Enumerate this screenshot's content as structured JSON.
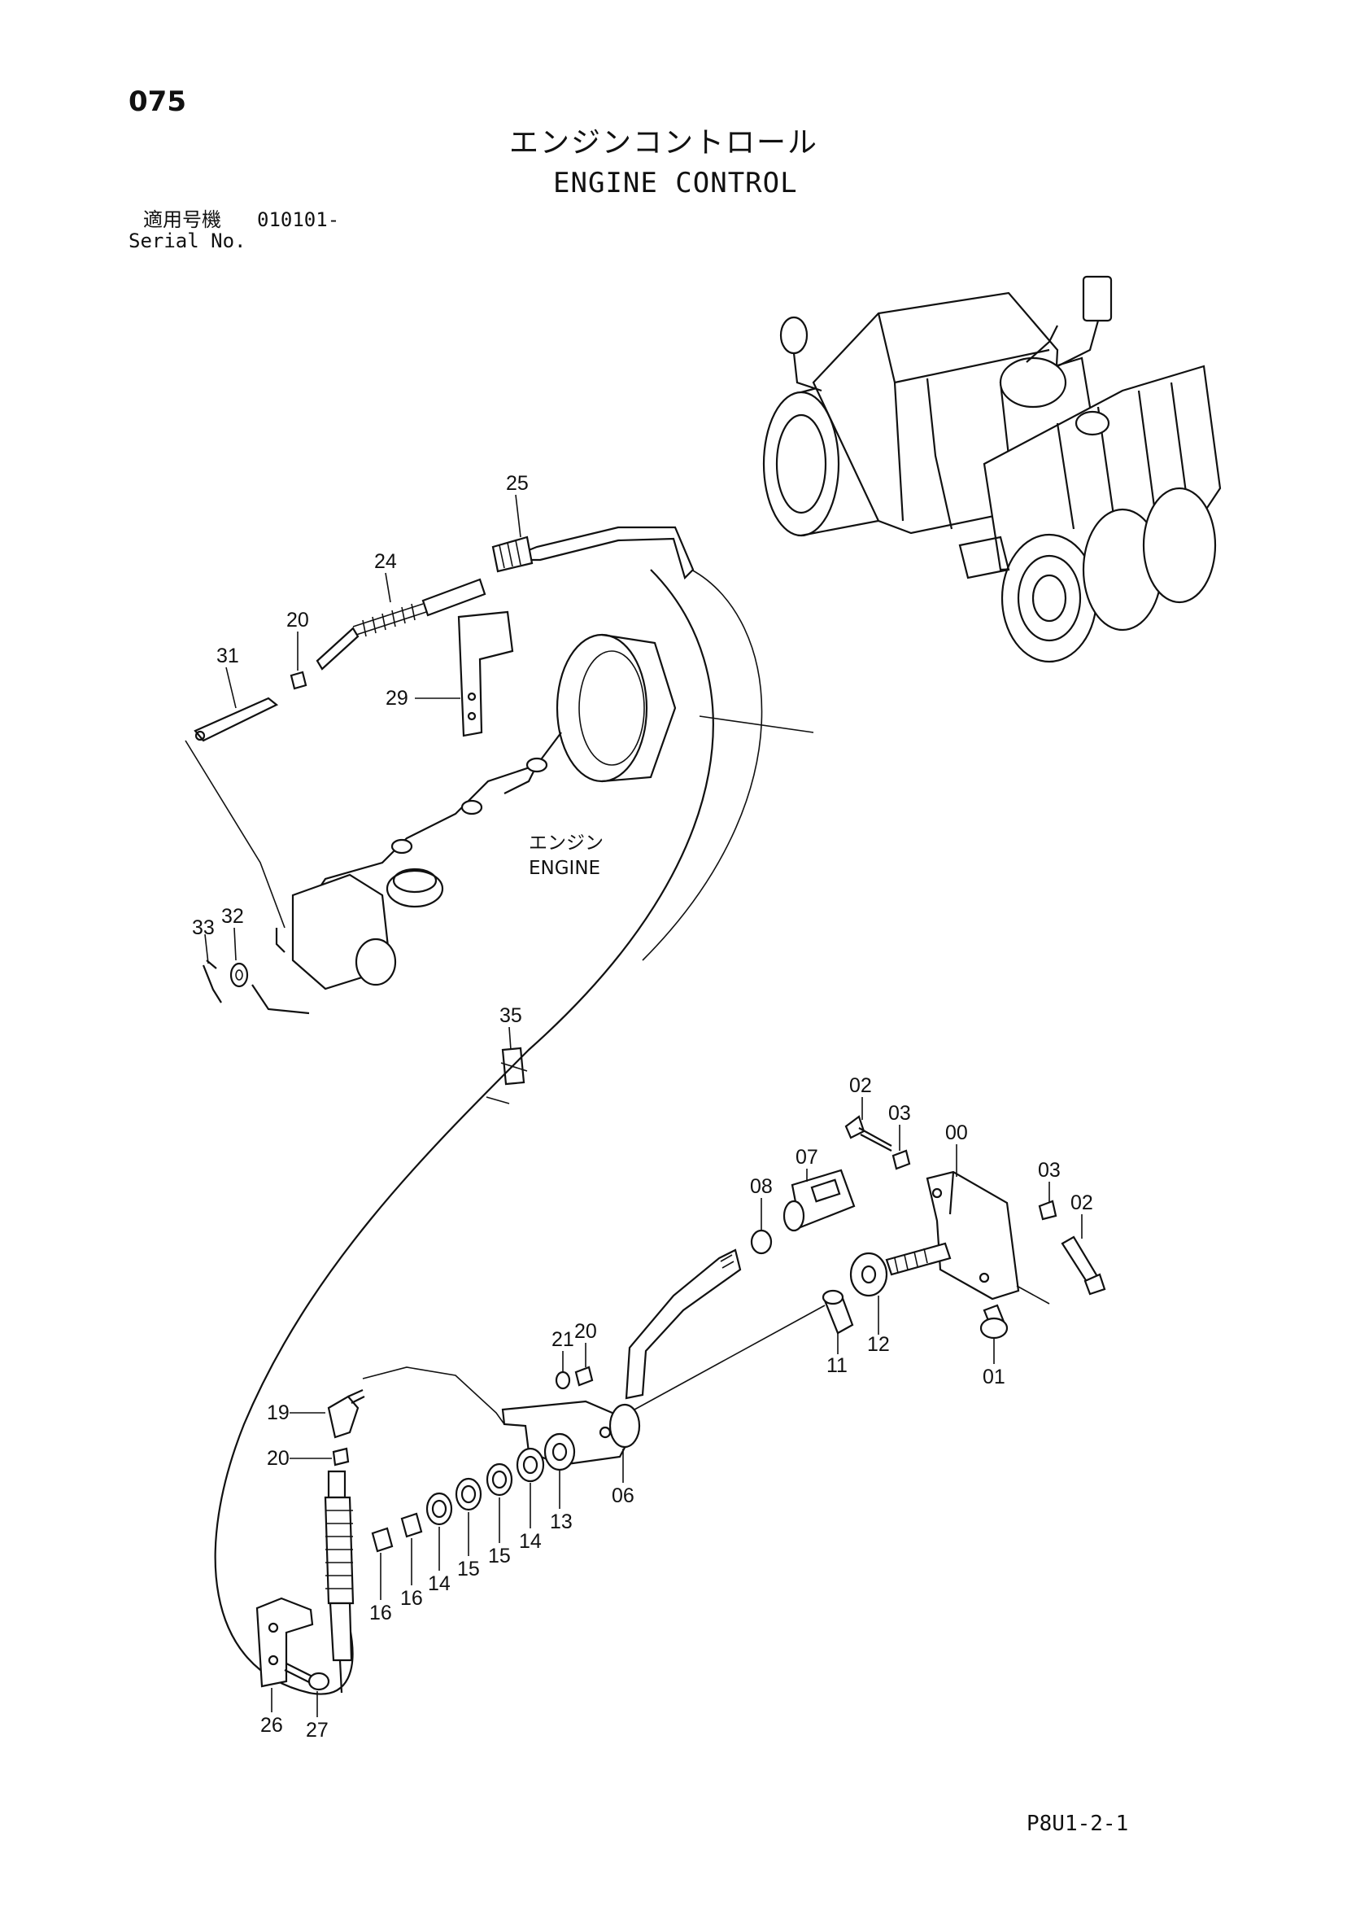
{
  "page": {
    "number": "075",
    "title_jp": "エンジンコントロール",
    "title_en": "ENGINE CONTROL",
    "serial_label_jp": "適用号機",
    "serial_value": "010101-",
    "serial_label_en": "Serial No.",
    "footer_code": "P8U1-2-1"
  },
  "engine_label": {
    "jp": "エンジン",
    "en": "ENGINE"
  },
  "callouts": {
    "c25": "25",
    "c24": "24",
    "c20a": "20",
    "c31": "31",
    "c29": "29",
    "c32": "32",
    "c33": "33",
    "c35": "35",
    "c02a": "02",
    "c03a": "03",
    "c00": "00",
    "c03b": "03",
    "c02b": "02",
    "c07": "07",
    "c08": "08",
    "c12": "12",
    "c11": "11",
    "c01": "01",
    "c21": "21",
    "c20b": "20",
    "c06": "06",
    "c19": "19",
    "c20c": "20",
    "c13": "13",
    "c14a": "14",
    "c15a": "15",
    "c15b": "15",
    "c14b": "14",
    "c16a": "16",
    "c16b": "16",
    "c26": "26",
    "c27": "27"
  }
}
